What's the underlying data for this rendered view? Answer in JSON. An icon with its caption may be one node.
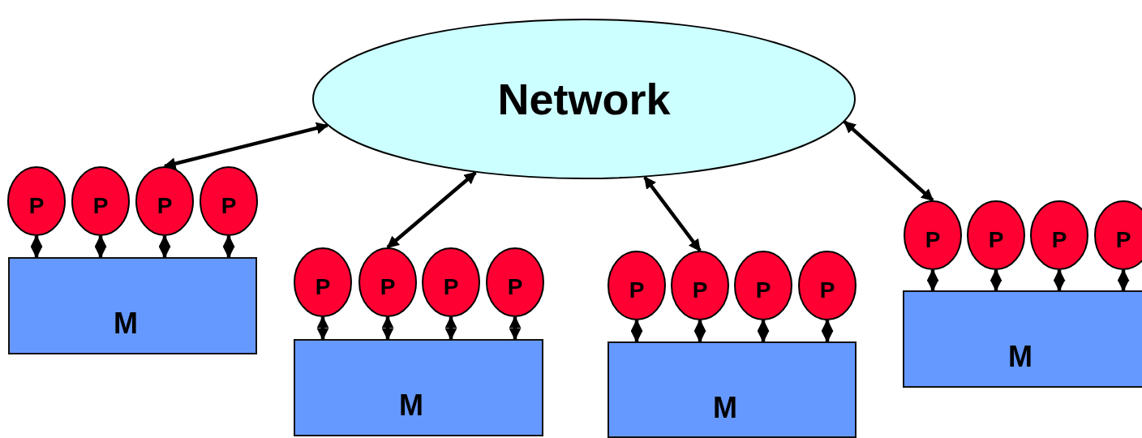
{
  "diagram": {
    "nodes": [
      {
        "text": [
          "Network"
        ]
      },
      {
        "text": [
          "P"
        ]
      },
      {
        "text": [
          "P"
        ]
      },
      {
        "text": [
          "P"
        ]
      },
      {
        "text": [
          "P"
        ]
      },
      {
        "text": [
          "M"
        ]
      },
      {
        "text": [
          "P"
        ]
      },
      {
        "text": [
          "P"
        ]
      },
      {
        "text": [
          "P"
        ]
      },
      {
        "text": [
          "P"
        ]
      },
      {
        "text": [
          "M"
        ]
      },
      {
        "text": [
          "P"
        ]
      },
      {
        "text": [
          "P"
        ]
      },
      {
        "text": [
          "P"
        ]
      },
      {
        "text": [
          "P"
        ]
      },
      {
        "text": [
          "M"
        ]
      },
      {
        "text": [
          "P"
        ]
      },
      {
        "text": [
          "P"
        ]
      },
      {
        "text": [
          "P"
        ]
      },
      {
        "text": [
          "P"
        ]
      },
      {
        "text": [
          "M"
        ]
      }
    ],
    "edges": [
      {
        "from": 0,
        "to": 3,
        "arrow": "both"
      },
      {
        "from": 0,
        "to": 7,
        "arrow": "both"
      },
      {
        "from": 0,
        "to": 12,
        "arrow": "both"
      },
      {
        "from": 0,
        "to": 16,
        "arrow": "both"
      },
      {
        "from": 1,
        "to": 5,
        "arrow": "both"
      },
      {
        "from": 2,
        "to": 5,
        "arrow": "both"
      },
      {
        "from": 3,
        "to": 5,
        "arrow": "both"
      },
      {
        "from": 4,
        "to": 5,
        "arrow": "both"
      },
      {
        "from": 6,
        "to": 10,
        "arrow": "both"
      },
      {
        "from": 7,
        "to": 10,
        "arrow": "both"
      },
      {
        "from": 8,
        "to": 10,
        "arrow": "both"
      },
      {
        "from": 9,
        "to": 10,
        "arrow": "both"
      },
      {
        "from": 11,
        "to": 15,
        "arrow": "both"
      },
      {
        "from": 12,
        "to": 15,
        "arrow": "both"
      },
      {
        "from": 13,
        "to": 15,
        "arrow": "both"
      },
      {
        "from": 14,
        "to": 15,
        "arrow": "both"
      },
      {
        "from": 16,
        "to": 20,
        "arrow": "both"
      },
      {
        "from": 17,
        "to": 20,
        "arrow": "both"
      },
      {
        "from": 18,
        "to": 20,
        "arrow": "both"
      },
      {
        "from": 19,
        "to": 20,
        "arrow": "both"
      }
    ]
  }
}
